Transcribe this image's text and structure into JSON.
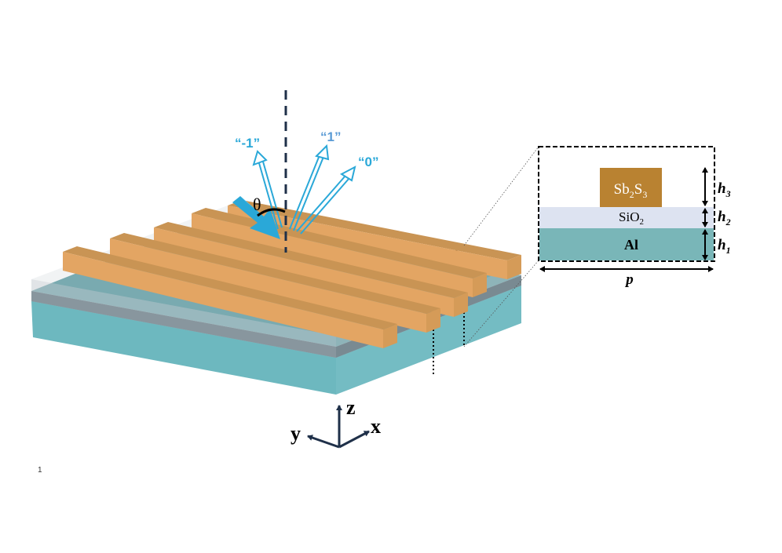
{
  "colors": {
    "substrate_top": "#5f9ea4",
    "substrate_front": "#6db8bf",
    "substrate_right": "#74bcc3",
    "oxide_band": "#2f4a55",
    "oxide_glass": "#c8ced3",
    "bar_top": "#c99454",
    "bar_front": "#e3a563",
    "bar_end": "#d59b58",
    "beam": "#2aa8d8",
    "axis": "#1f3049",
    "inset_sb2s3": "#b98231",
    "inset_sio2": "#dde3f1",
    "inset_al": "#79b6b8"
  },
  "diagram": {
    "angle_label": "θ",
    "beams": [
      {
        "label": "“-1”",
        "color": "#2aa8d8"
      },
      {
        "label": "“1”",
        "color": "#5b9bd5"
      },
      {
        "label": "“0”",
        "color": "#2aa8d8"
      }
    ],
    "axes": {
      "z": "z",
      "x": "x",
      "y": "y"
    },
    "inset": {
      "top_layer": {
        "base": "Sb",
        "sub1": "2",
        "mid": "S",
        "sub2": "3"
      },
      "middle_layer": {
        "base": "SiO",
        "sub1": "2"
      },
      "bottom_layer": "Al",
      "dims": [
        {
          "sym": "h",
          "sub": "3"
        },
        {
          "sym": "h",
          "sub": "2"
        },
        {
          "sym": "h",
          "sub": "1"
        }
      ],
      "period": "p"
    }
  },
  "page_number": "1"
}
